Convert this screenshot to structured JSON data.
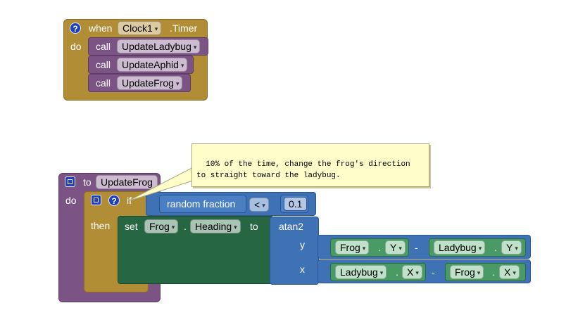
{
  "timer_event": {
    "when_label": "when",
    "component": "Clock1",
    "event": ".Timer",
    "do_label": "do",
    "calls": [
      {
        "call_label": "call",
        "procedure": "UpdateLadybug"
      },
      {
        "call_label": "call",
        "procedure": "UpdateAphid"
      },
      {
        "call_label": "call",
        "procedure": "UpdateFrog"
      }
    ]
  },
  "procedure": {
    "to_label": "to",
    "name": "UpdateFrog",
    "do_label": "do",
    "if_label": "if",
    "then_label": "then",
    "condition": {
      "left": "random fraction",
      "operator": "<",
      "right": "0.1"
    },
    "setter": {
      "set_label": "set",
      "component": "Frog",
      "dot": ".",
      "property": "Heading",
      "to_label": "to",
      "function": "atan2",
      "y_label": "y",
      "x_label": "x",
      "y_expr": {
        "a_component": "Frog",
        "a_property": "Y",
        "minus": "-",
        "b_component": "Ladybug",
        "b_property": "Y"
      },
      "x_expr": {
        "a_component": "Ladybug",
        "a_property": "X",
        "minus": "-",
        "b_component": "Frog",
        "b_property": "X"
      }
    },
    "comment": "10% of the time, change the frog's direction\nto straight toward the ladybug."
  },
  "colors": {
    "control": "#b18e35",
    "procedures": "#7c5385",
    "math": "#3f71b5",
    "setter": "#266643",
    "component_getter": "#3d8f5a"
  },
  "icons": [
    "help-icon",
    "mutator-icon",
    "dropdown-arrow-icon"
  ]
}
